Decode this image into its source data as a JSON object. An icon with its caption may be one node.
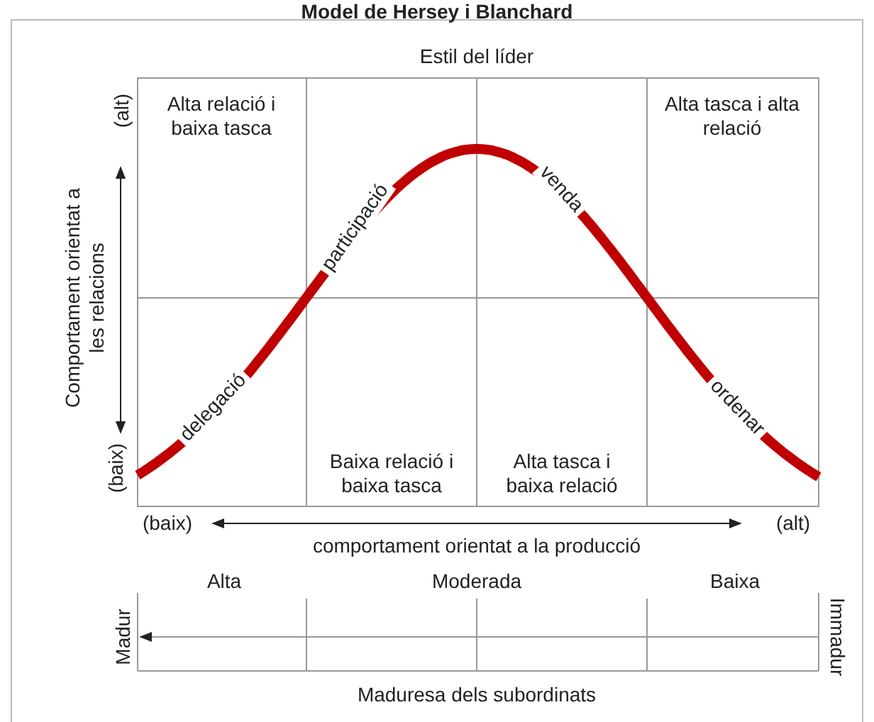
{
  "diagram": {
    "title": "Model de Hersey i Blanchard",
    "labels": [
      "Estil del líder",
      "(alt)",
      "Alta relació i baixa tasca",
      "Alta tasca i alta relació",
      "participació",
      "venda",
      "Comportament orientat a les relacions",
      "delegació",
      "ordenar",
      "(baix)",
      "Baixa relació i baixa tasca",
      "Alta tasca i baixa relació",
      "(baix)",
      "(alt)",
      "comportament orientat a la producció",
      "Alta",
      "Moderada",
      "Baixa",
      "Madur",
      "Immadur",
      "Maduresa dels subordinats"
    ]
  }
}
